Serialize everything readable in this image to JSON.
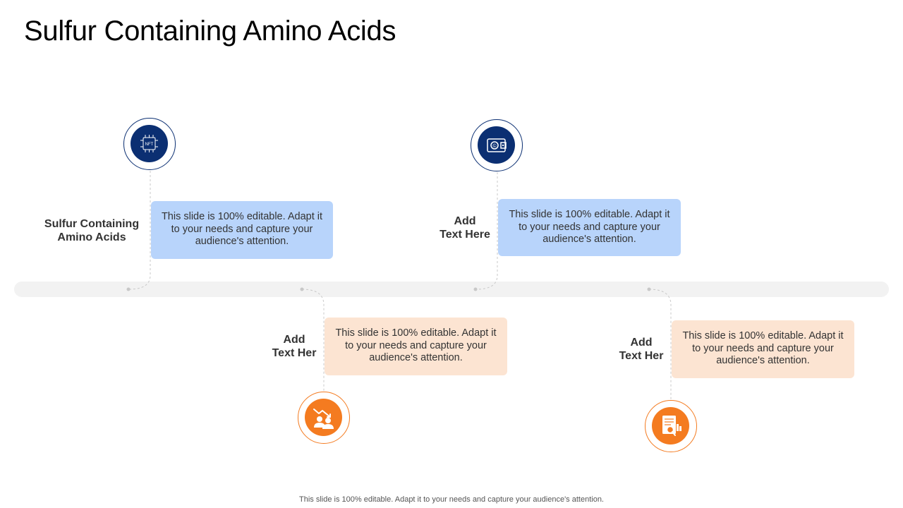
{
  "slide": {
    "title": "Sulfur Containing Amino Acids",
    "footer": "This slide is 100% editable. Adapt it to your needs and capture your audience's attention."
  },
  "colors": {
    "navy": "#0b2f72",
    "orange": "#f47b20",
    "blue_box": "#b8d4fb",
    "peach_box": "#fce4d2",
    "track": "#f2f2f2"
  },
  "items": [
    {
      "label_line1": "Sulfur Containing",
      "label_line2": "Amino Acids",
      "text": "This slide is 100% editable. Adapt it to your needs and capture your audience's attention.",
      "icon": "nft-chip-icon",
      "icon_text": "NFT"
    },
    {
      "label_line1": "Add",
      "label_line2": "Text Her",
      "text": "This slide is 100% editable. Adapt it to your needs and capture your audience's attention.",
      "icon": "declining-chart-people-icon"
    },
    {
      "label_line1": "Add",
      "label_line2": "Text Here",
      "text": "This slide is 100% editable. Adapt it to your needs and capture your audience's attention.",
      "icon": "copyright-wallet-icon",
      "icon_text": "©"
    },
    {
      "label_line1": "Add",
      "label_line2": "Text Her",
      "text": "This slide is 100% editable. Adapt it to your needs and capture your audience's attention.",
      "icon": "document-search-icon"
    }
  ]
}
